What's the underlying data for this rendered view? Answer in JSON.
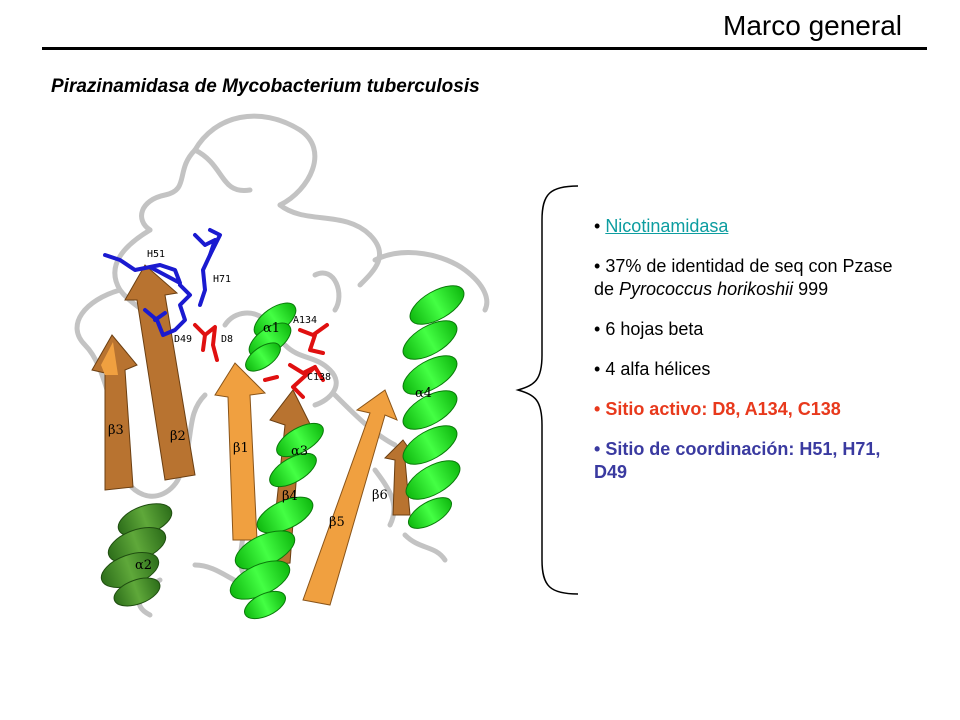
{
  "header": {
    "title": "Marco general",
    "subtitle": "Pirazinamidasa de Mycobacterium tuberculosis"
  },
  "figure": {
    "residue_labels": [
      "H51",
      "H71",
      "D49",
      "D8",
      "A134",
      "C138"
    ],
    "sse_labels": {
      "alpha": [
        "α1",
        "α2",
        "α3",
        "α4"
      ],
      "beta": [
        "β1",
        "β2",
        "β3",
        "β4",
        "β5",
        "β6"
      ]
    },
    "colors": {
      "coil": "#c8c8c8",
      "helix": "#22dd22",
      "helix_dark": "#3a8a22",
      "strand": "#b87330",
      "strand_light": "#f0a040",
      "coordination": "#1a1ad0",
      "active": "#e01010"
    }
  },
  "bullets": {
    "link": "Nicotinamidasa",
    "identity_prefix": "37% de identidad de seq con Pzase de ",
    "identity_species": "Pyrococcus horikoshii",
    "identity_suffix": " 999",
    "beta": "6 hojas beta",
    "alpha": "4 alfa hélices",
    "active_site": "Sitio activo: D8, A134, C138",
    "coordination_site": "Sitio de coordinación: H51, H71, D49"
  },
  "colors": {
    "link": "#0d9da0",
    "active_text": "#e8391c",
    "coordination_text": "#3a3aa0"
  }
}
